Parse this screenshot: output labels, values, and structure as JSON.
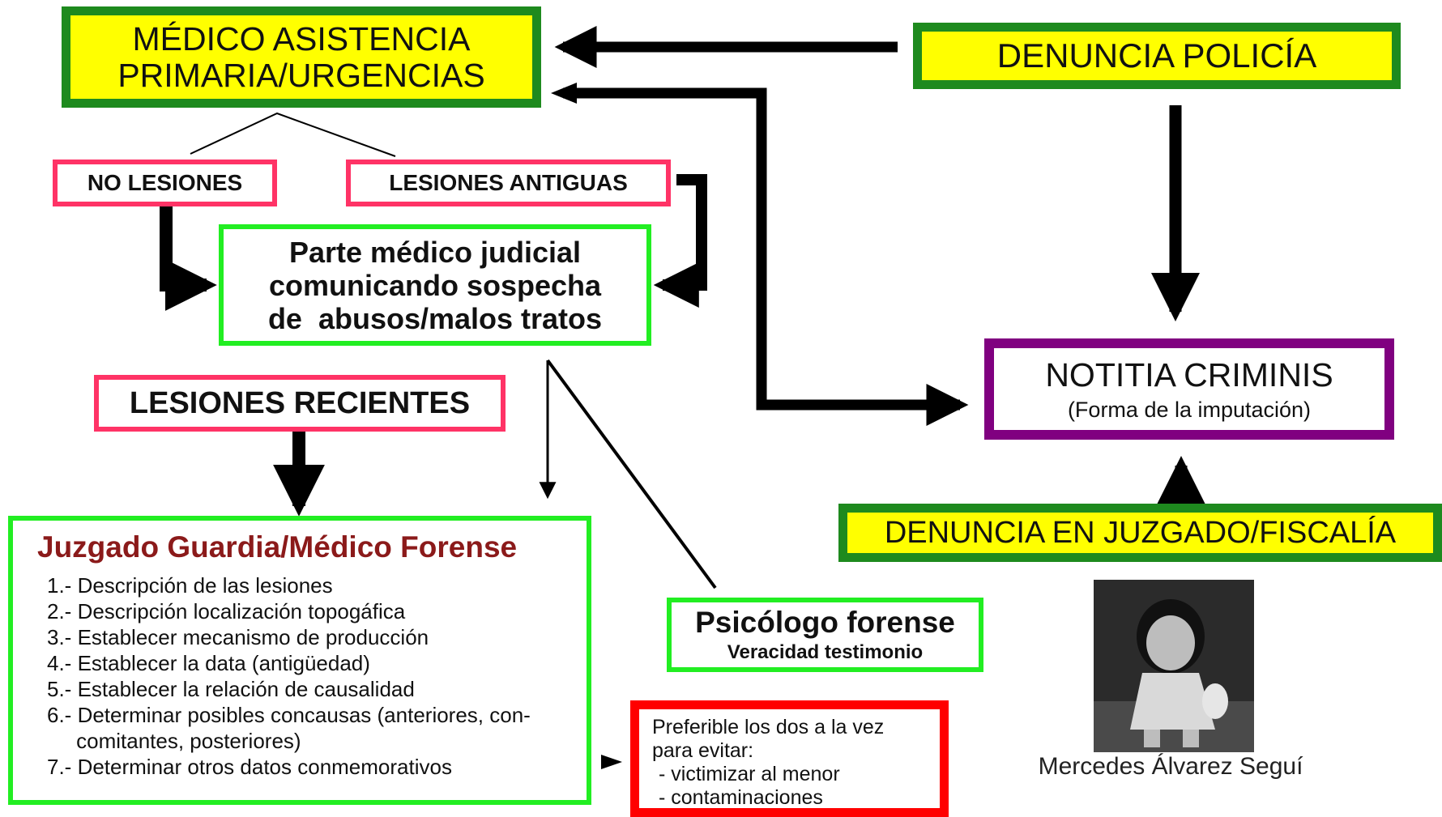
{
  "medico": {
    "line1": "MÉDICO ASISTENCIA",
    "line2": "PRIMARIA/URGENCIAS"
  },
  "denuncia_policia": "DENUNCIA POLICÍA",
  "no_lesiones": "NO LESIONES",
  "lesiones_antiguas": "LESIONES ANTIGUAS",
  "parte": {
    "line1": "Parte médico judicial",
    "line2": "comunicando sospecha",
    "line3": "de  abusos/malos tratos"
  },
  "lesiones_recientes": "LESIONES RECIENTES",
  "notitia": {
    "title": "NOTITIA CRIMINIS",
    "subtitle": "(Forma de la imputación)"
  },
  "denuncia_juzgado": "DENUNCIA EN JUZGADO/FISCALÍA",
  "juzgado": {
    "title": "Juzgado Guardia/Médico Forense",
    "items": [
      "1.- Descripción de las lesiones",
      "2.- Descripción localización topogáfica",
      "3.- Establecer mecanismo de producción",
      "4.- Establecer la data (antigüedad)",
      "5.- Establecer la relación de causalidad",
      "6.- Determinar posibles concausas (anteriores, con-",
      "     comitantes, posteriores)",
      "7.- Determinar otros datos conmemorativos"
    ]
  },
  "psicologo": {
    "title": "Psicólogo forense",
    "subtitle": "Veracidad testimonio"
  },
  "preferible": {
    "line1": "Preferible los dos a la vez",
    "line2": "para evitar:",
    "item1": "- victimizar al menor",
    "item2": "- contaminaciones"
  },
  "caption": "Mercedes Álvarez Seguí"
}
